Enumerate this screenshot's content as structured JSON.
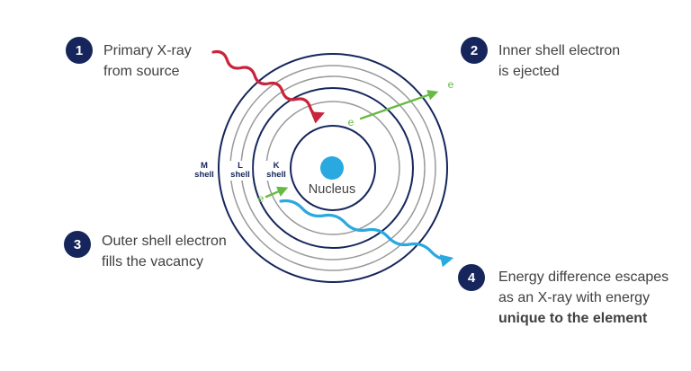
{
  "colors": {
    "navy": "#16265c",
    "gray": "#9a9a9a",
    "red": "#c9243c",
    "green": "#66bb44",
    "blue": "#2aa9e0",
    "text": "#414042",
    "white": "#ffffff"
  },
  "callouts": [
    {
      "number": "1",
      "lines": [
        "Primary X-ray",
        "from source"
      ]
    },
    {
      "number": "2",
      "lines": [
        "Inner shell electron",
        "is ejected"
      ]
    },
    {
      "number": "3",
      "lines": [
        "Outer shell electron",
        "fills the vacancy"
      ]
    },
    {
      "number": "4",
      "lines": [
        "Energy difference escapes",
        "as an X-ray with energy"
      ],
      "bold_line": "unique to the element"
    }
  ],
  "atom": {
    "nucleus_label": "Nucleus",
    "electron_symbol": "e",
    "shells": [
      {
        "letter": "M",
        "word": "shell"
      },
      {
        "letter": "L",
        "word": "shell"
      },
      {
        "letter": "K",
        "word": "shell"
      }
    ]
  }
}
